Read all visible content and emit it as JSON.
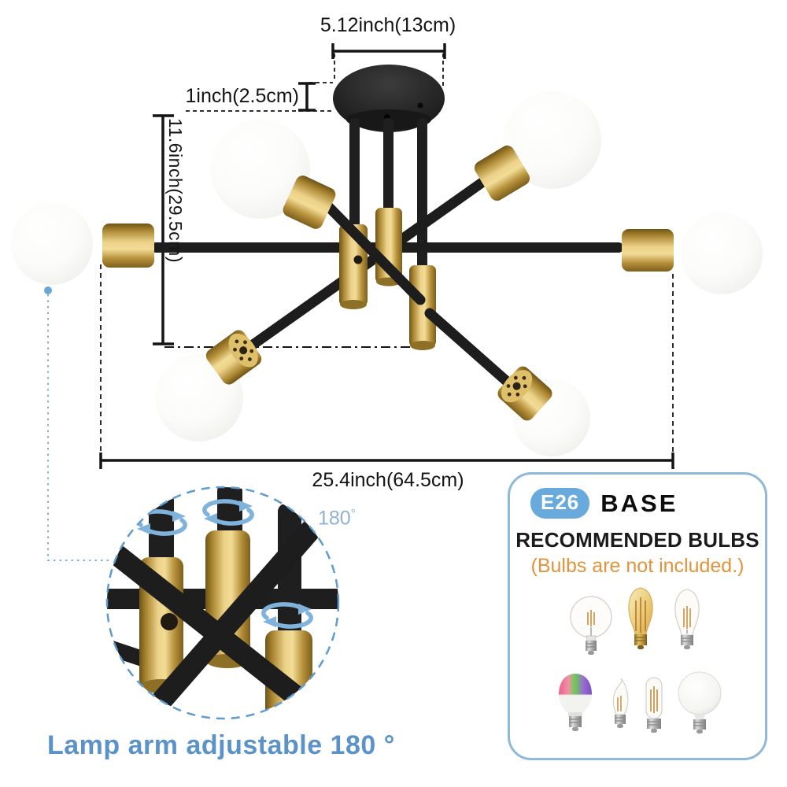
{
  "annotations": {
    "top_width": "5.12inch(13cm)",
    "canopy_height": "1inch(2.5cm)",
    "fixture_height": "11.6inch(29.5cm)",
    "fixture_width": "25.4inch(64.5cm)"
  },
  "zoom_detail": {
    "angle_value": "180",
    "degree_symbol": "°",
    "caption": "Lamp arm adjustable 180 °"
  },
  "bulb_panel": {
    "badge_label": "E26",
    "base_label": "BASE",
    "title": "RECOMMENDED BULBS",
    "note": "(Bulbs are not included.)",
    "bulb_icons": [
      "clear-globe-filament-bulb",
      "amber-edison-st64-bulb",
      "clear-st64-filament-bulb",
      "rgb-color-changing-bulb",
      "flame-tip-candle-bulb",
      "tubular-filament-bulb",
      "white-frosted-globe-bulb"
    ]
  },
  "colors": {
    "accent_blue": "#5b93c9",
    "badge_blue": "#68aadb",
    "panel_border_blue": "#8fb9d8",
    "zoom_circle_blue": "#5e9bcf",
    "rotation_arrow_blue": "#7fb3dc",
    "note_orange": "#e2933c",
    "brass_gold": "#c9a254",
    "fixture_black": "#1f1f1f",
    "annotation_black": "#141414"
  }
}
